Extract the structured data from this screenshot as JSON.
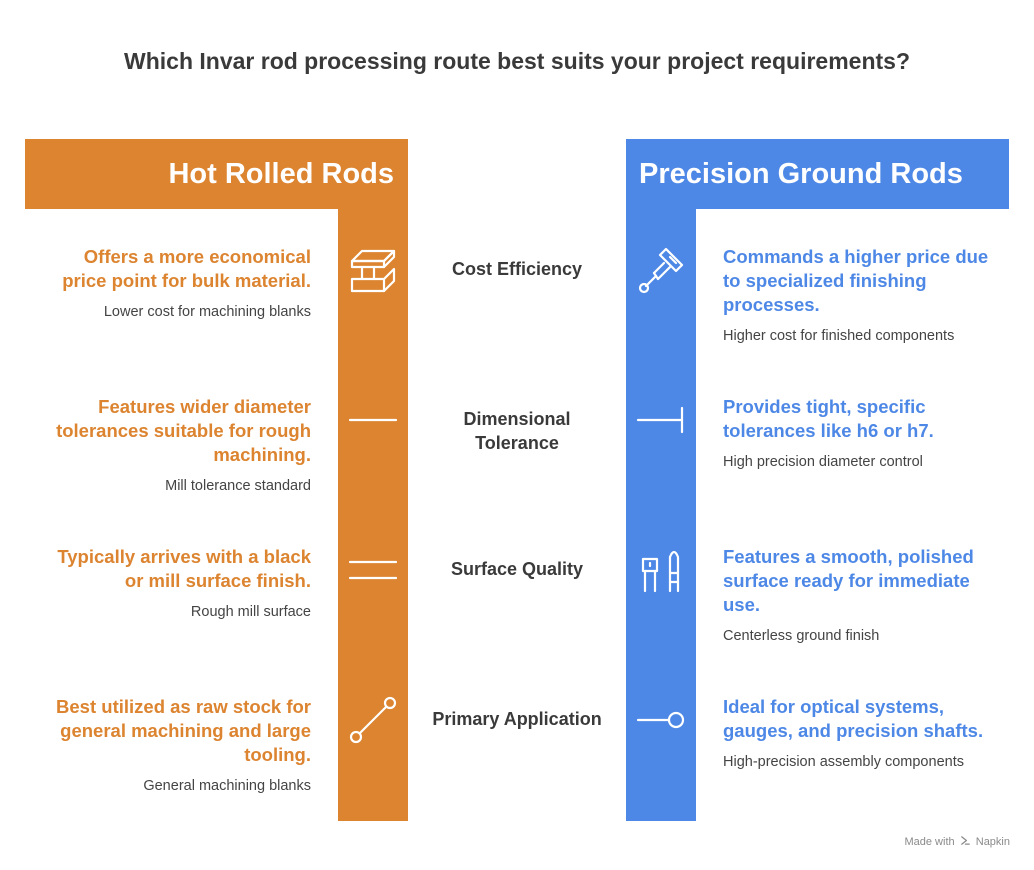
{
  "title": "Which Invar rod processing route best suits your project requirements?",
  "left_header": "Hot Rolled Rods",
  "right_header": "Precision Ground Rods",
  "rows": [
    {
      "category": "Cost Efficiency",
      "left_headline": "Offers a more economical price point for bulk material.",
      "left_sub": "Lower cost for machining blanks",
      "right_headline": "Commands a higher price due to specialized finishing processes.",
      "right_sub": "Higher cost for finished components",
      "left_icon": "steel-beam-icon",
      "right_icon": "piston-icon"
    },
    {
      "category": "Dimensional Tolerance",
      "left_headline": "Features wider diameter tolerances suitable for rough machining.",
      "left_sub": "Mill tolerance standard",
      "right_headline": "Provides tight, specific tolerances like h6 or h7.",
      "right_sub": "High precision diameter control",
      "left_icon": "line-icon",
      "right_icon": "line-with-endstop-icon"
    },
    {
      "category": "Surface Quality",
      "left_headline": "Typically arrives with a black or mill surface finish.",
      "left_sub": "Rough mill surface",
      "right_headline": "Features a smooth, polished surface ready for immediate use.",
      "right_sub": "Centerless ground finish",
      "left_icon": "double-line-icon",
      "right_icon": "polish-tools-icon"
    },
    {
      "category": "Primary Application",
      "left_headline": "Best utilized as raw stock for general machining and large tooling.",
      "left_sub": "General machining blanks",
      "right_headline": "Ideal for optical systems, gauges, and precision shafts.",
      "right_sub": "High-precision assembly components",
      "left_icon": "diagonal-link-icon",
      "right_icon": "line-with-circle-icon"
    }
  ],
  "footer": "Made with",
  "footer_brand": "Napkin",
  "colors": {
    "left": "#dc8430",
    "right": "#4e88e6",
    "text": "#3a3a3a"
  }
}
